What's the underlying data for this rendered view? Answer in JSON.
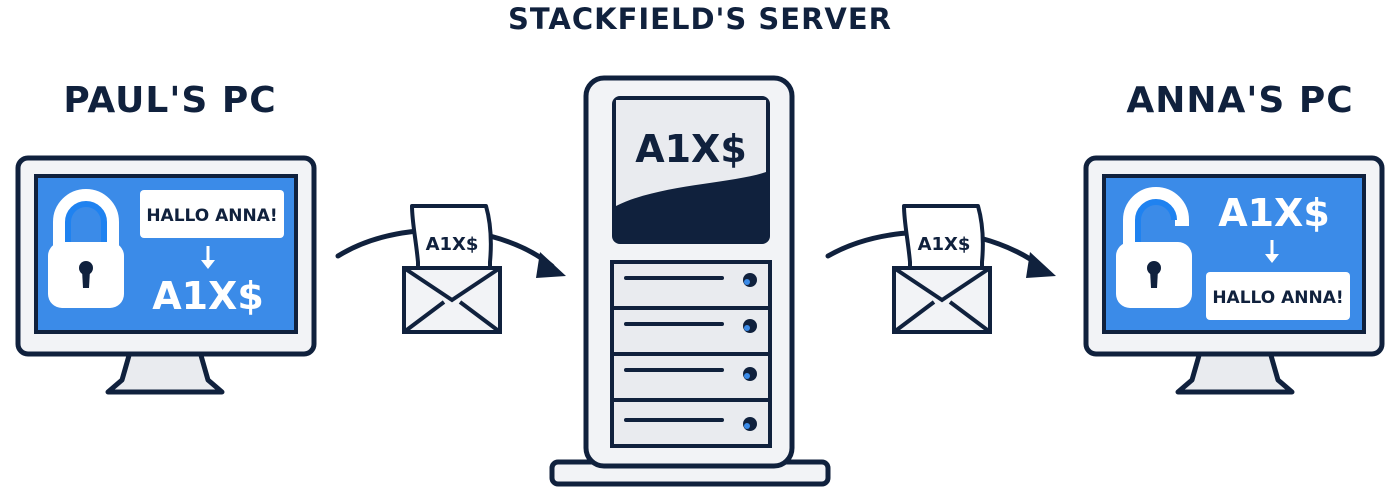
{
  "titles": {
    "server": "STACKFIELD'S SERVER",
    "paul": "PAUL'S PC",
    "anna": "ANNA'S PC"
  },
  "paul_pc": {
    "message": "HALLO ANNA!",
    "encrypted": "A1X$",
    "lock_state": "locked",
    "lock_icon": "padlock-closed-icon"
  },
  "anna_pc": {
    "encrypted": "A1X$",
    "message": "HALLO ANNA!",
    "lock_state": "unlocked",
    "lock_icon": "padlock-open-icon"
  },
  "server": {
    "stored": "A1X$"
  },
  "envelope_left": {
    "letter": "A1X$"
  },
  "envelope_right": {
    "letter": "A1X$"
  },
  "colors": {
    "navy": "#10213d",
    "screen_blue": "#3b8be8",
    "lock_blue": "#1f82f0",
    "bezel": "#f2f3f6",
    "light_gray": "#e9ebef"
  }
}
